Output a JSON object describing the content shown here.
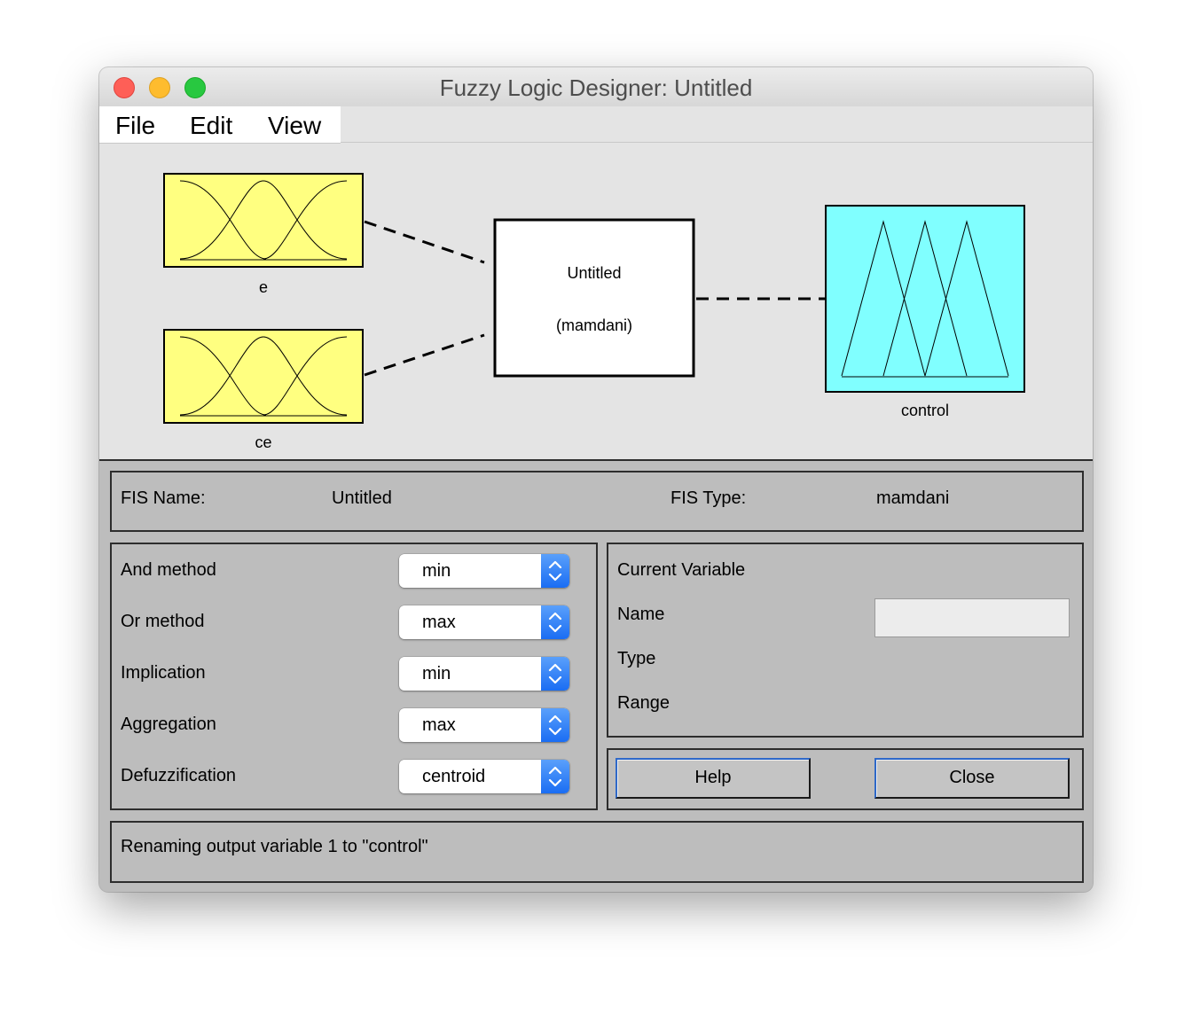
{
  "window": {
    "title": "Fuzzy Logic Designer: Untitled"
  },
  "menu": {
    "file": "File",
    "edit": "Edit",
    "view": "View"
  },
  "diagram": {
    "inputs": [
      {
        "name": "e",
        "color": "#ffff80"
      },
      {
        "name": "ce",
        "color": "#ffff80"
      }
    ],
    "system": {
      "name": "Untitled",
      "type": "(mamdani)"
    },
    "output": {
      "name": "control",
      "color": "#80ffff"
    }
  },
  "fis": {
    "name_label": "FIS Name:",
    "name_value": "Untitled",
    "type_label": "FIS Type:",
    "type_value": "mamdani"
  },
  "methods": {
    "and_label": "And method",
    "and_value": "min",
    "or_label": "Or method",
    "or_value": "max",
    "implication_label": "Implication",
    "implication_value": "min",
    "aggregation_label": "Aggregation",
    "aggregation_value": "max",
    "defuzz_label": "Defuzzification",
    "defuzz_value": "centroid"
  },
  "current_variable": {
    "heading": "Current Variable",
    "name_label": "Name",
    "name_value": "",
    "type_label": "Type",
    "range_label": "Range"
  },
  "buttons": {
    "help": "Help",
    "close": "Close"
  },
  "status": {
    "message": "Renaming output variable 1 to \"control\""
  },
  "colors": {
    "input_fill": "#ffff80",
    "output_fill": "#80ffff",
    "panel_bg": "#bdbdbd",
    "stepper_blue": "#1a6df3"
  }
}
